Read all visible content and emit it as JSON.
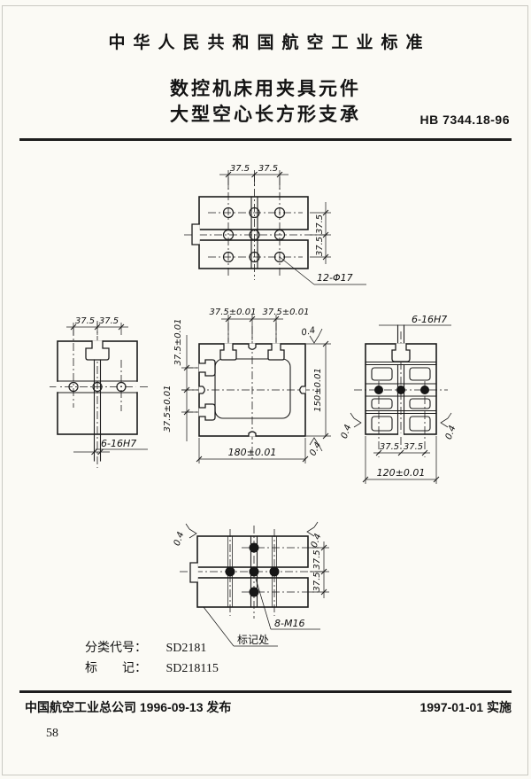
{
  "header": {
    "standard_title": "中华人民共和国航空工业标准",
    "product_title_line1": "数控机床用夹具元件",
    "product_title_line2": "大型空心长方形支承",
    "standard_code": "HB 7344.18-96"
  },
  "views": {
    "top": {
      "dim_col_left": "37.5",
      "dim_col_right": "37.5",
      "dim_row_upper": "37.5",
      "dim_row_lower": "37.5",
      "hole_callout": "12-Φ17"
    },
    "left": {
      "dim_left": "37.5",
      "dim_right": "37.5",
      "slot_callout": "6-16H7"
    },
    "front": {
      "dim_top_left": "37.5±0.01",
      "dim_top_right": "37.5±0.01",
      "dim_side_upper": "37.5±0.01",
      "dim_side_lower": "37.5±0.01",
      "dim_height": "150±0.01",
      "dim_width": "180±0.01",
      "finish_top": "0.4",
      "finish_bottom": "0.4"
    },
    "right": {
      "slot_callout": "6-16H7",
      "dim_left": "37.5",
      "dim_right": "37.5",
      "dim_width": "120±0.01",
      "finish_left": "0.4",
      "finish_right": "0.4"
    },
    "bottom": {
      "finish_left": "0.4",
      "finish_right": "0.4",
      "dim_row_upper": "37.5",
      "dim_row_lower": "37.5",
      "thread_callout": "8-M16",
      "mark_callout": "标记处"
    }
  },
  "designation": {
    "class_code_label": "分类代号：",
    "class_code_value": "SD2181",
    "mark_label": "标　　记：",
    "mark_value": "SD218115"
  },
  "footer": {
    "release": "中国航空工业总公司 1996-09-13 发布",
    "implementation": "1997-01-01 实施",
    "page_number": "58"
  }
}
